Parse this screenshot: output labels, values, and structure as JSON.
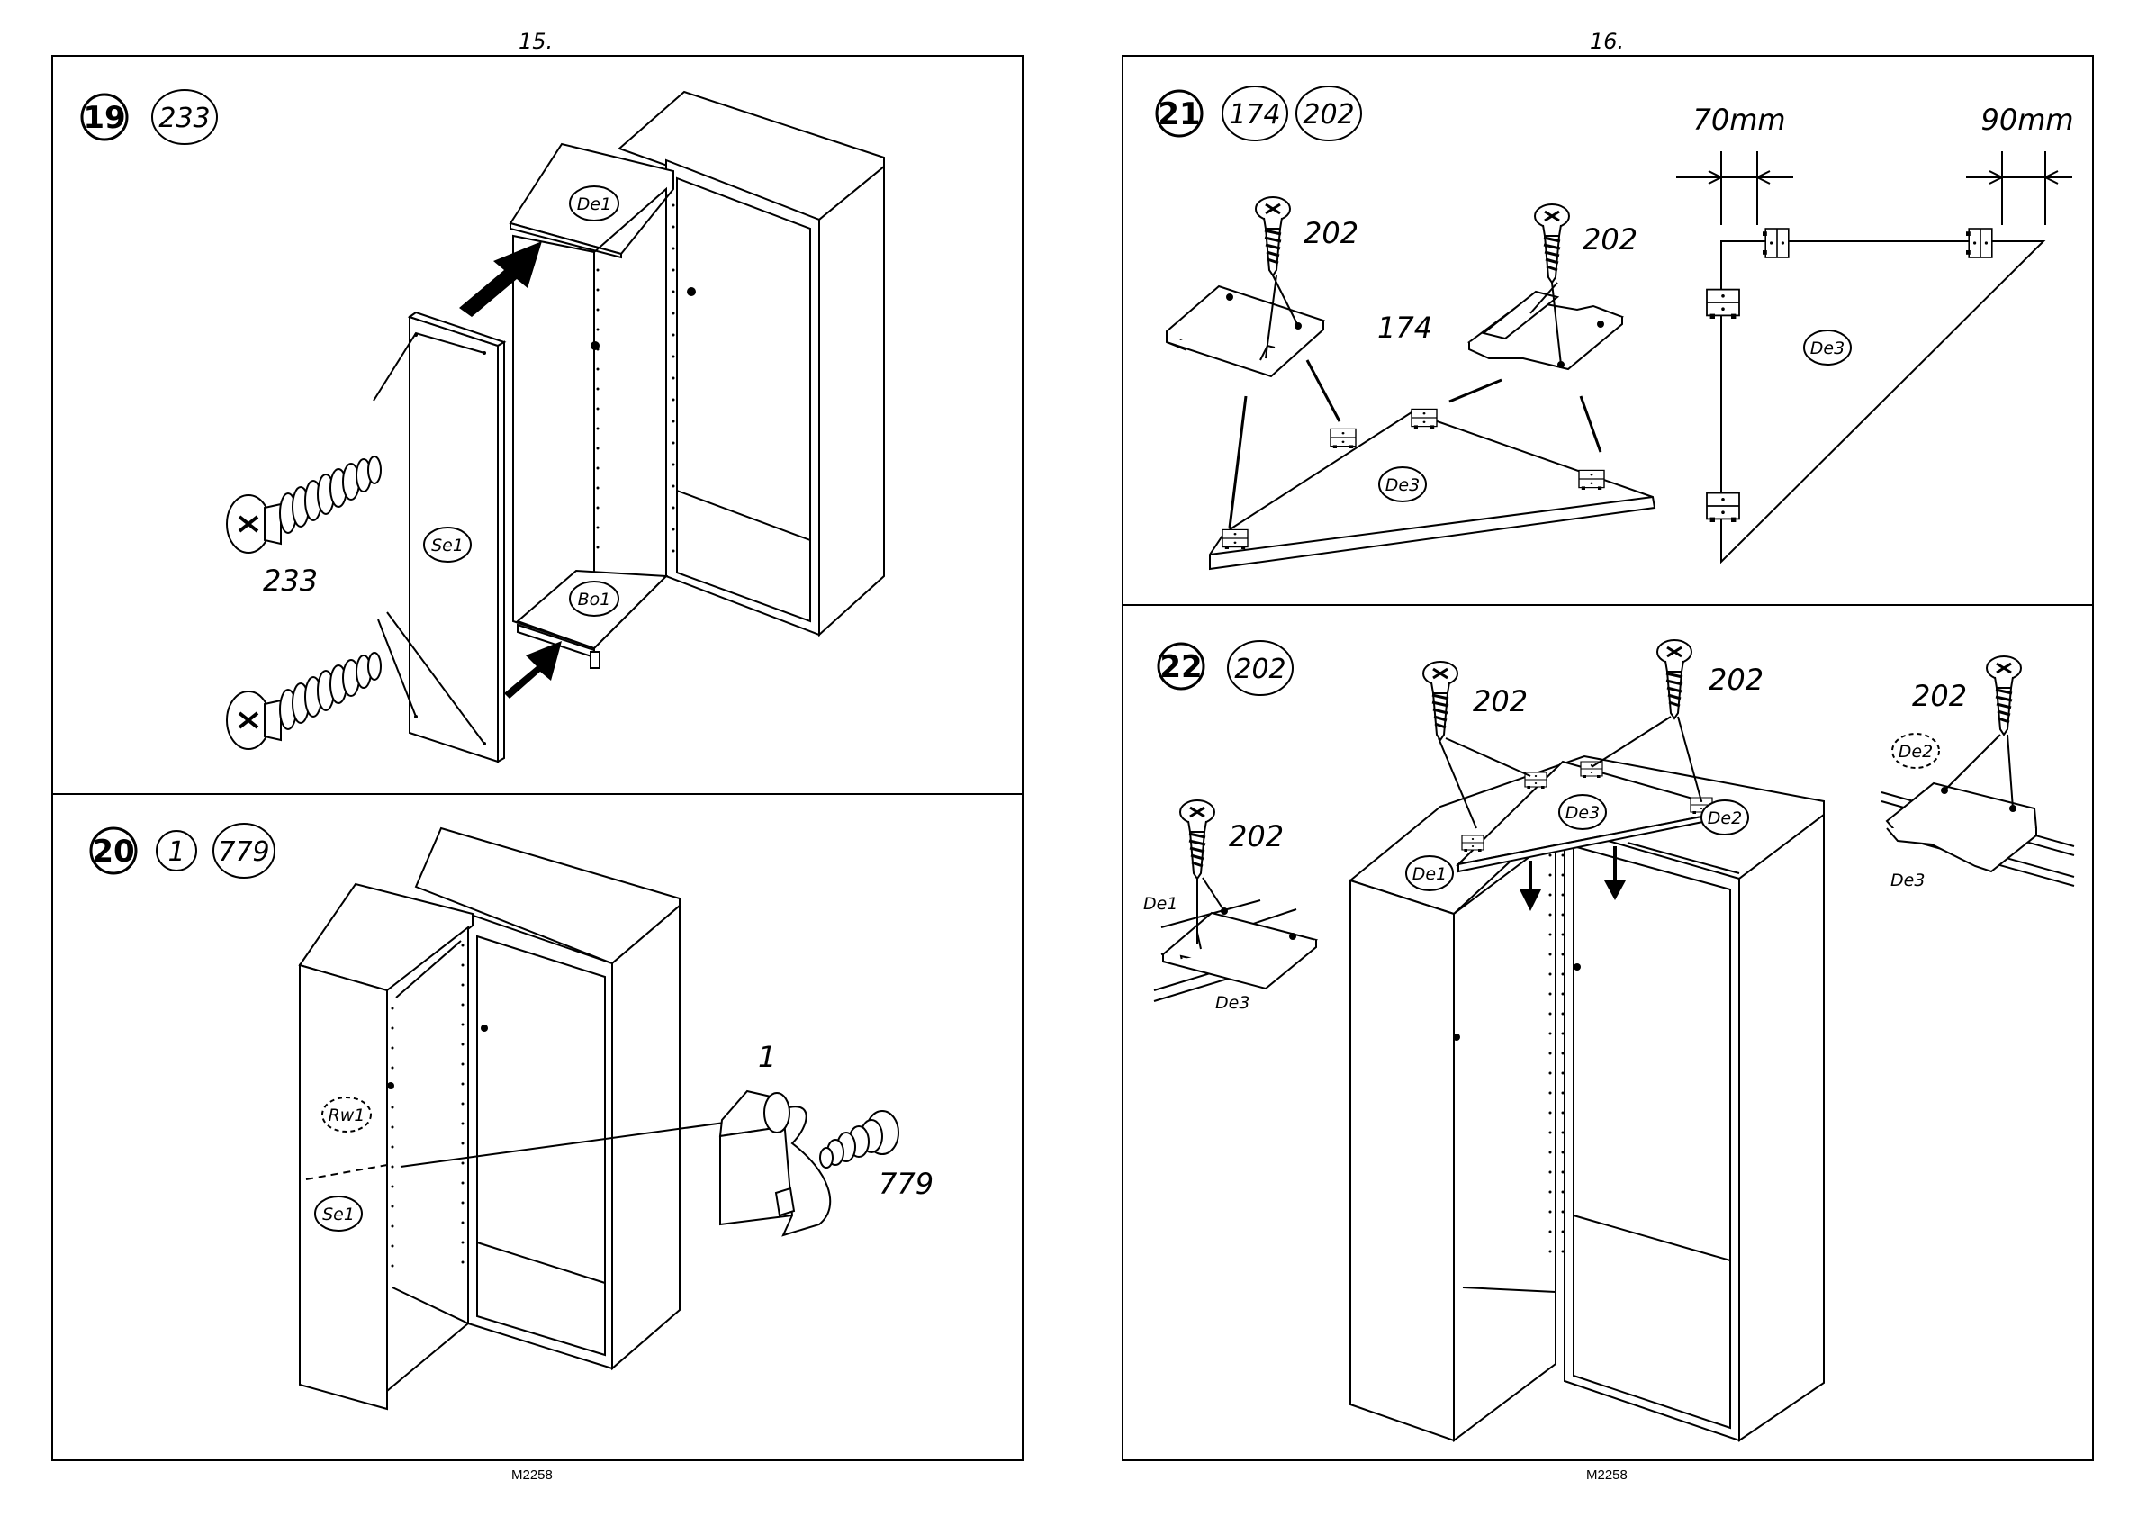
{
  "page_left": {
    "number": "15.",
    "code": "M2258"
  },
  "page_right": {
    "number": "16.",
    "code": "M2258"
  },
  "steps": [
    {
      "step": "19",
      "parts": [
        "233"
      ],
      "labels": {
        "screw": "233",
        "top": "De1",
        "bottom": "Bo1",
        "side": "Se1"
      }
    },
    {
      "step": "20",
      "parts": [
        "1",
        "779"
      ],
      "labels": {
        "bracket": "1",
        "screw": "779",
        "back": "Rw1",
        "side": "Se1"
      }
    },
    {
      "step": "21",
      "parts": [
        "174",
        "202"
      ],
      "labels": {
        "screw_a": "202",
        "screw_b": "202",
        "plate": "174",
        "shelf": "De3",
        "shelf_plan": "De3",
        "dim_left": "70mm",
        "dim_right": "90mm"
      }
    },
    {
      "step": "22",
      "parts": [
        "202"
      ],
      "labels": {
        "screw_a": "202",
        "screw_b": "202",
        "screw_c": "202",
        "screw_d": "202",
        "top_left": "De1",
        "top_mid": "De3",
        "top_right": "De2",
        "detail_l_top": "De1",
        "detail_l_bot": "De3",
        "detail_r_top": "De2",
        "detail_r_bot": "De3"
      }
    }
  ]
}
